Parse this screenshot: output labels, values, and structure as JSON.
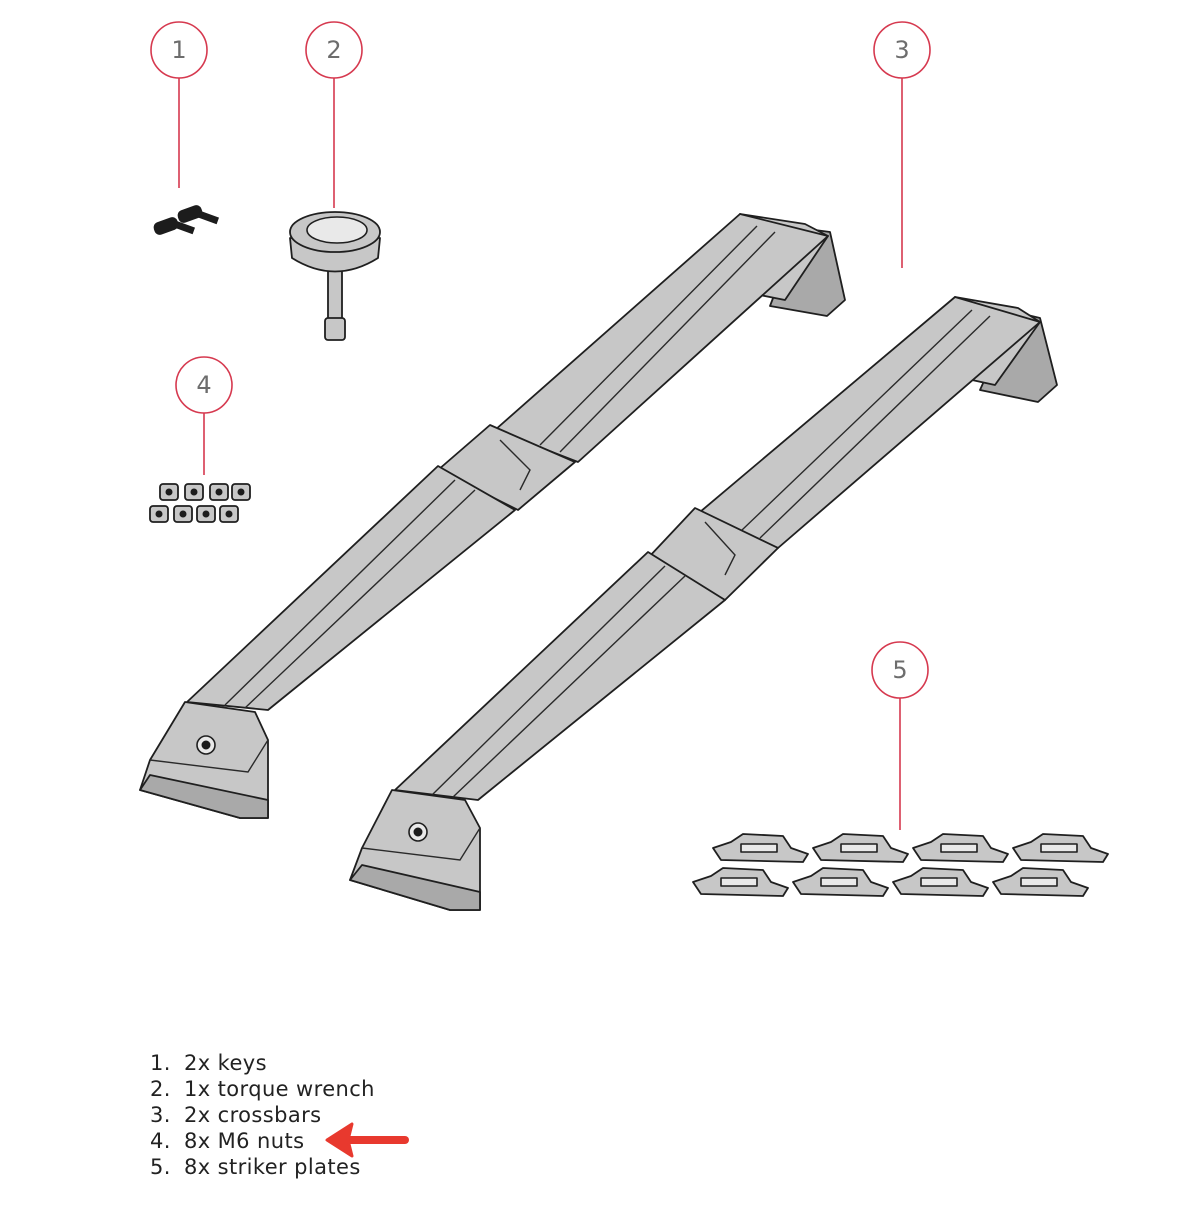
{
  "colors": {
    "accent": "#d6394f",
    "part": "#c7c7c7",
    "part_dark": "#a9a9a9",
    "arrow": "#e8392e"
  },
  "callouts": [
    {
      "label": "1"
    },
    {
      "label": "2"
    },
    {
      "label": "3"
    },
    {
      "label": "4"
    },
    {
      "label": "5"
    }
  ],
  "parts_list": [
    {
      "number": "1.",
      "text": "2x keys"
    },
    {
      "number": "2.",
      "text": "1x torque wrench"
    },
    {
      "number": "3.",
      "text": "2x crossbars"
    },
    {
      "number": "4.",
      "text": "8x M6 nuts"
    },
    {
      "number": "5.",
      "text": "8x striker plates"
    }
  ],
  "highlight_arrow": {
    "points_to_item": 4,
    "icon": "arrow-left-icon"
  }
}
